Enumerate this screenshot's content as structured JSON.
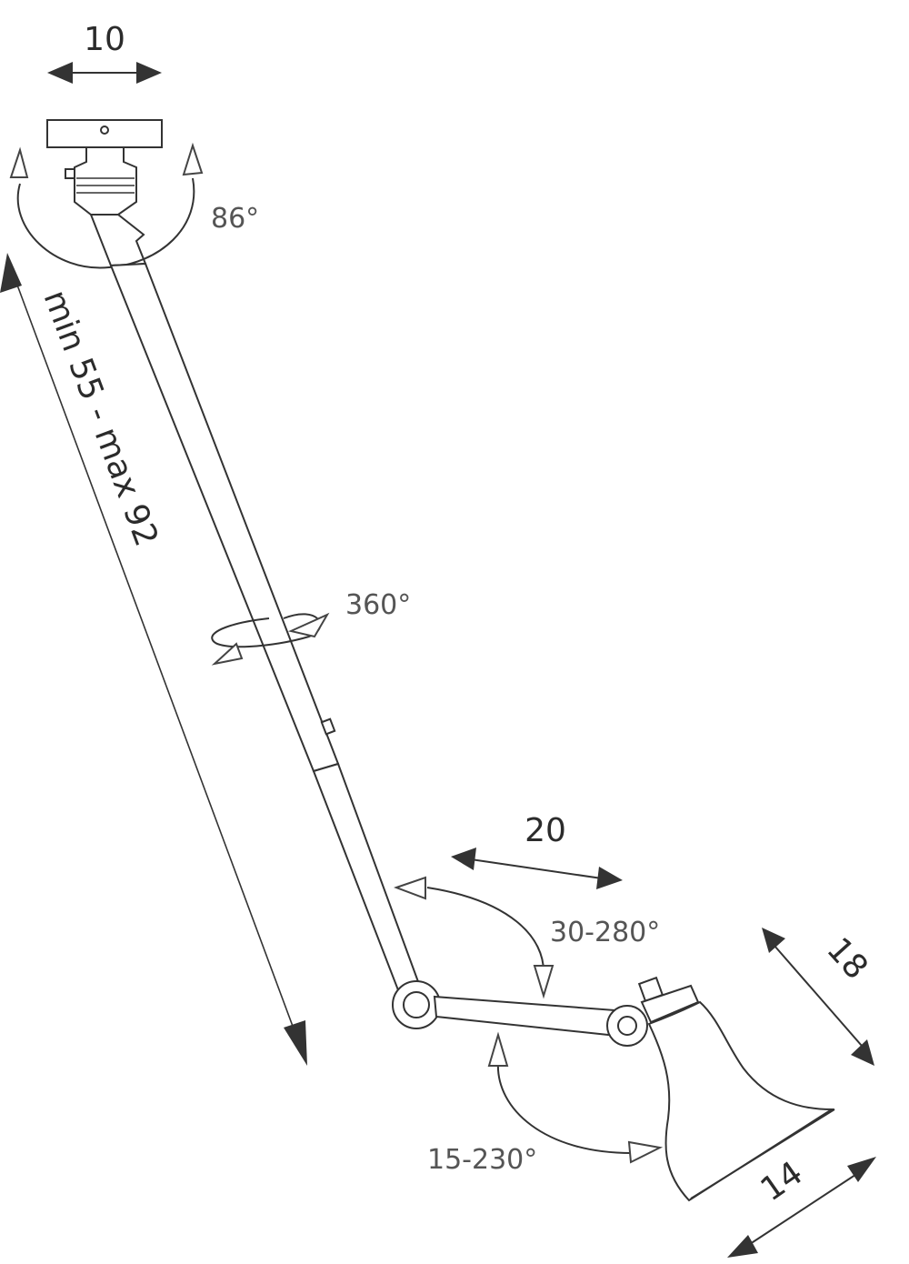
{
  "dimensions": {
    "base_width": "10",
    "arm_length": "min 55 - max 92",
    "elbow_arm": "20",
    "shade_height": "18",
    "shade_diameter": "14"
  },
  "angles": {
    "base_rotation": "86°",
    "arm_rotation": "360°",
    "elbow_rotation": "30-280°",
    "shade_rotation": "15-230°"
  },
  "colors": {
    "line": "#333333",
    "text": "#2b2b2b",
    "angle_text": "#555555"
  }
}
